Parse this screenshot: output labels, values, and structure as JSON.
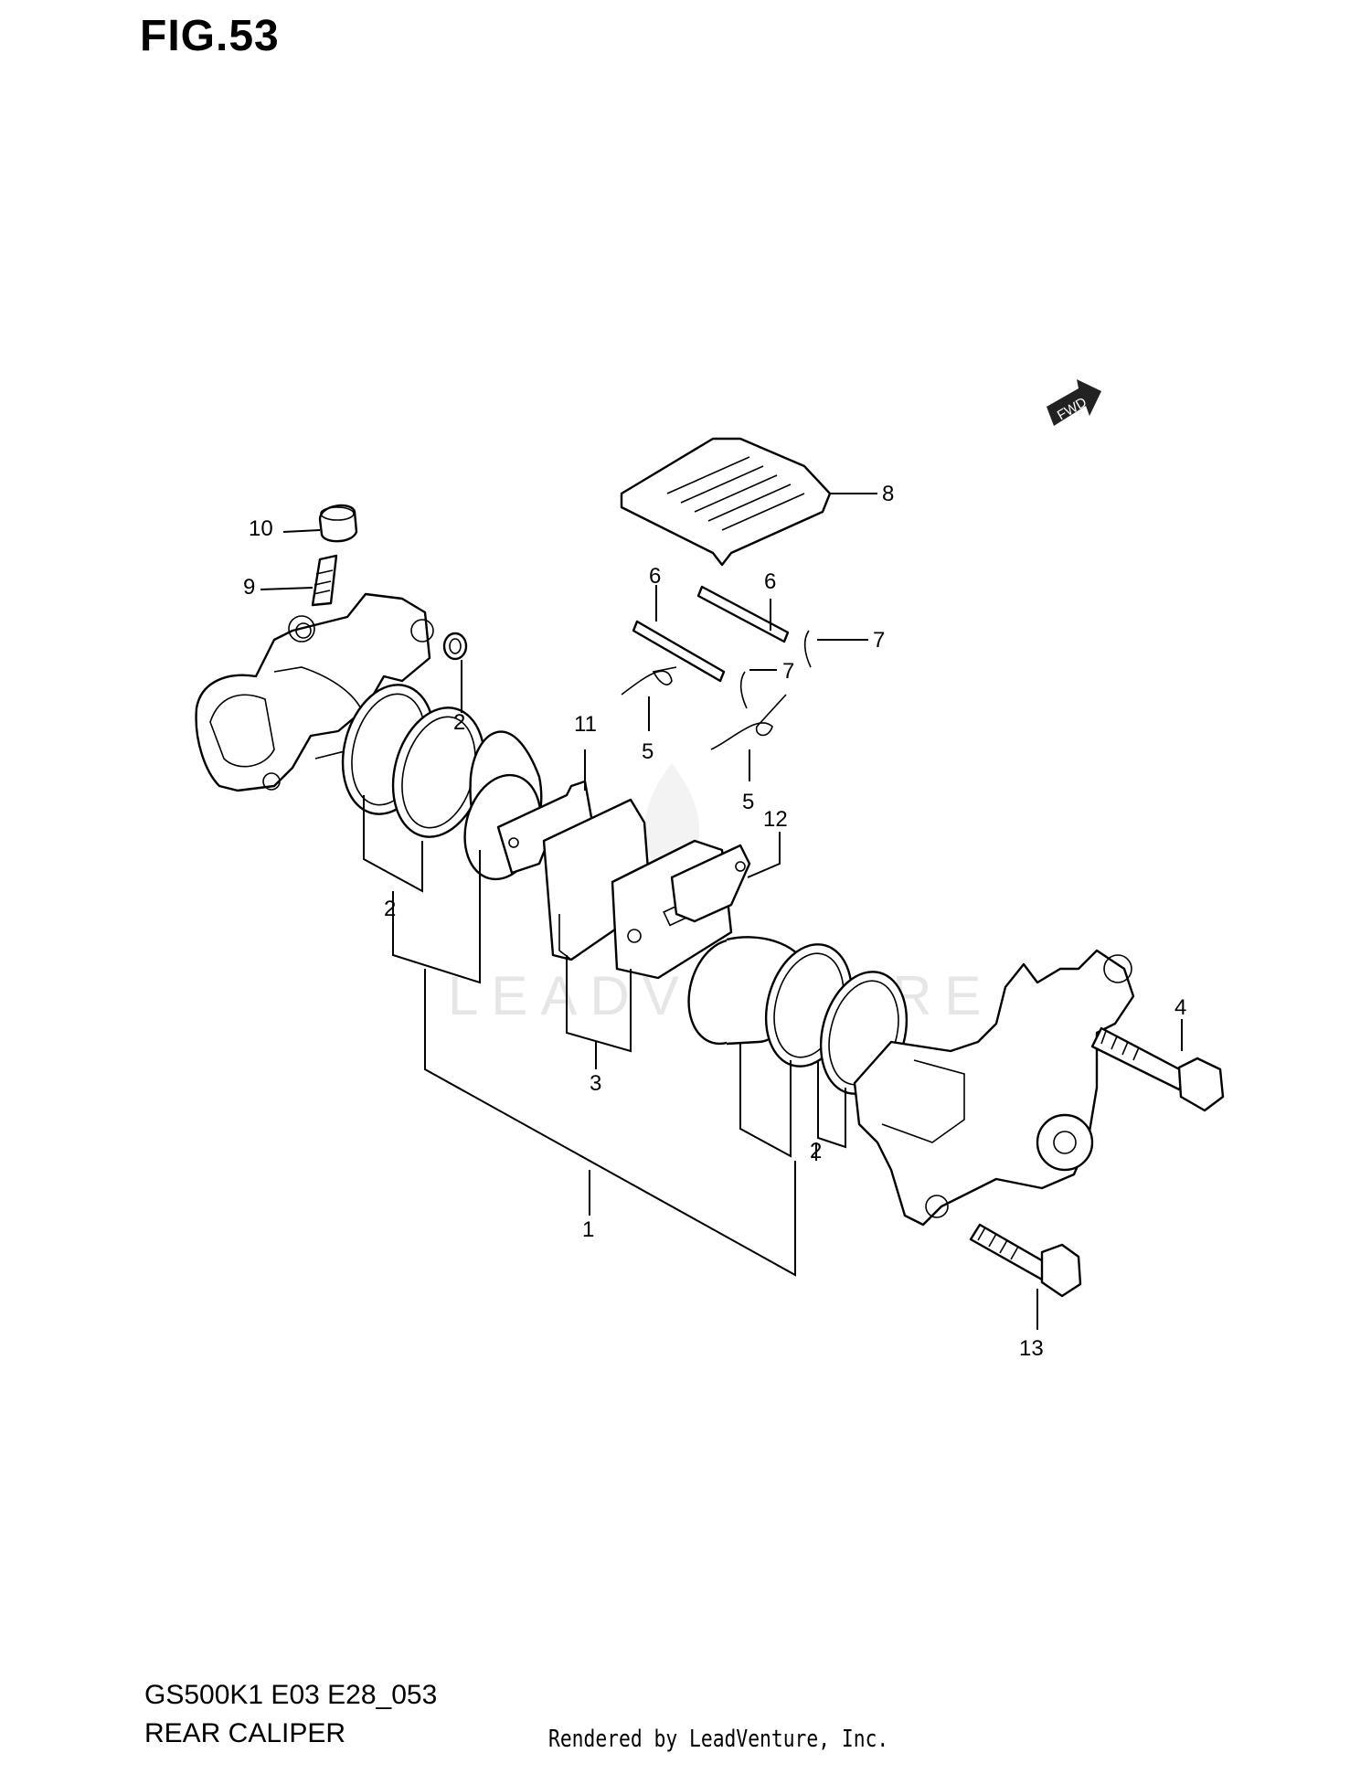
{
  "figure": {
    "title": "FIG.53",
    "model_code": "GS500K1 E03 E28_053",
    "section_name": "REAR CALIPER",
    "credit": "Rendered by LeadVenture, Inc.",
    "fwd_badge": "FWD",
    "watermark": "LEADVENTURE"
  },
  "callouts": [
    "1",
    "2",
    "2",
    "2",
    "3",
    "4",
    "5",
    "5",
    "6",
    "6",
    "7",
    "7",
    "8",
    "9",
    "10",
    "11",
    "12",
    "13"
  ]
}
